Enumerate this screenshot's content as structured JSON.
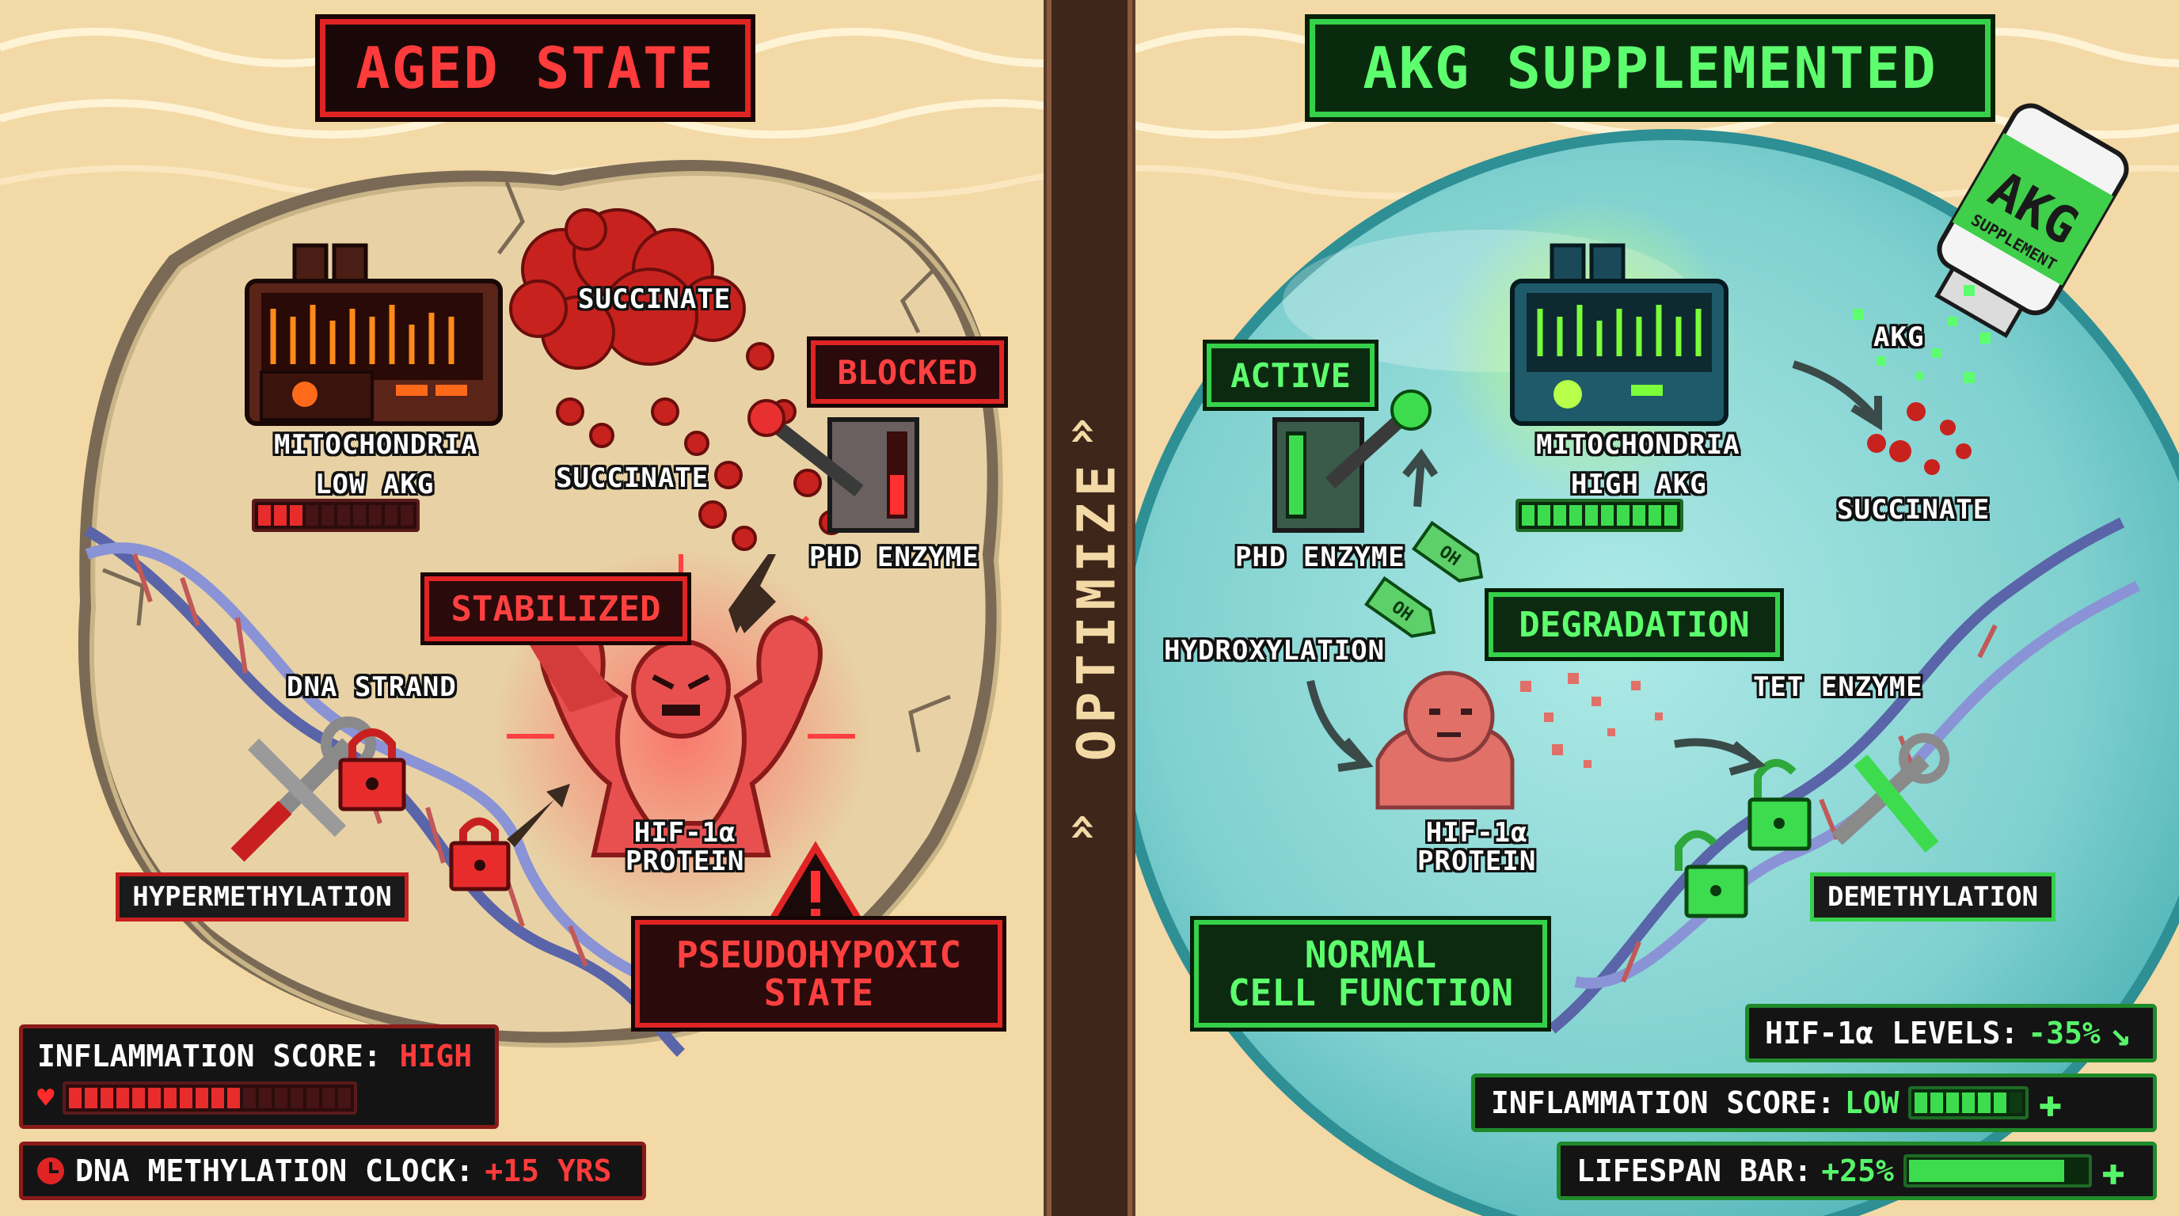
{
  "left": {
    "title": "AGED STATE",
    "mitochondria": "MITOCHONDRIA",
    "akg_level_label": "LOW AKG",
    "akg_level": 0.3,
    "succinate_1": "SUCCINATE",
    "succinate_2": "SUCCINATE",
    "blocked": "BLOCKED",
    "phd_enzyme": "PHD ENZYME",
    "stabilized": "STABILIZED",
    "dna_strand": "DNA STRAND",
    "hif_protein": "HIF-1α\nPROTEIN",
    "hypermethylation": "HYPERMETHYLATION",
    "warning": "PSEUDOHYPOXIC\nSTATE",
    "hud": {
      "inflammation_label": "INFLAMMATION SCORE:",
      "inflammation_value": "HIGH",
      "inflammation_level": 0.6,
      "clock_label": "DNA METHYLATION CLOCK:",
      "clock_value": "+15 YRS"
    }
  },
  "divider": {
    "label": "OPTIMIZE",
    "arrows": "»"
  },
  "right": {
    "title": "AKG SUPPLEMENTED",
    "bottle_label": "AKG",
    "bottle_sublabel": "SUPPLEMENT",
    "akg": "AKG",
    "active": "ACTIVE",
    "mitochondria": "MITOCHONDRIA",
    "akg_level_label": "HIGH AKG",
    "akg_level": 1.0,
    "succinate": "SUCCINATE",
    "phd_enzyme": "PHD ENZYME",
    "oh_tag": "OH",
    "hydroxylation": "HYDROXYLATION",
    "degradation": "DEGRADATION",
    "tet_enzyme": "TET ENZYME",
    "hif_protein": "HIF-1α\nPROTEIN",
    "demethylation": "DEMETHYLATION",
    "normal": "NORMAL\nCELL FUNCTION",
    "hud": {
      "hif_label": "HIF-1α LEVELS:",
      "hif_value": "-35%",
      "inflammation_label": "INFLAMMATION SCORE:",
      "inflammation_value": "LOW",
      "inflammation_level": 0.8,
      "lifespan_label": "LIFESPAN BAR:",
      "lifespan_value": "+25%",
      "lifespan_level": 0.9
    }
  },
  "colors": {
    "danger": "#e02424",
    "healthy": "#36d14a",
    "sand": "#f2d9a6",
    "divider": "#5a3a28"
  }
}
